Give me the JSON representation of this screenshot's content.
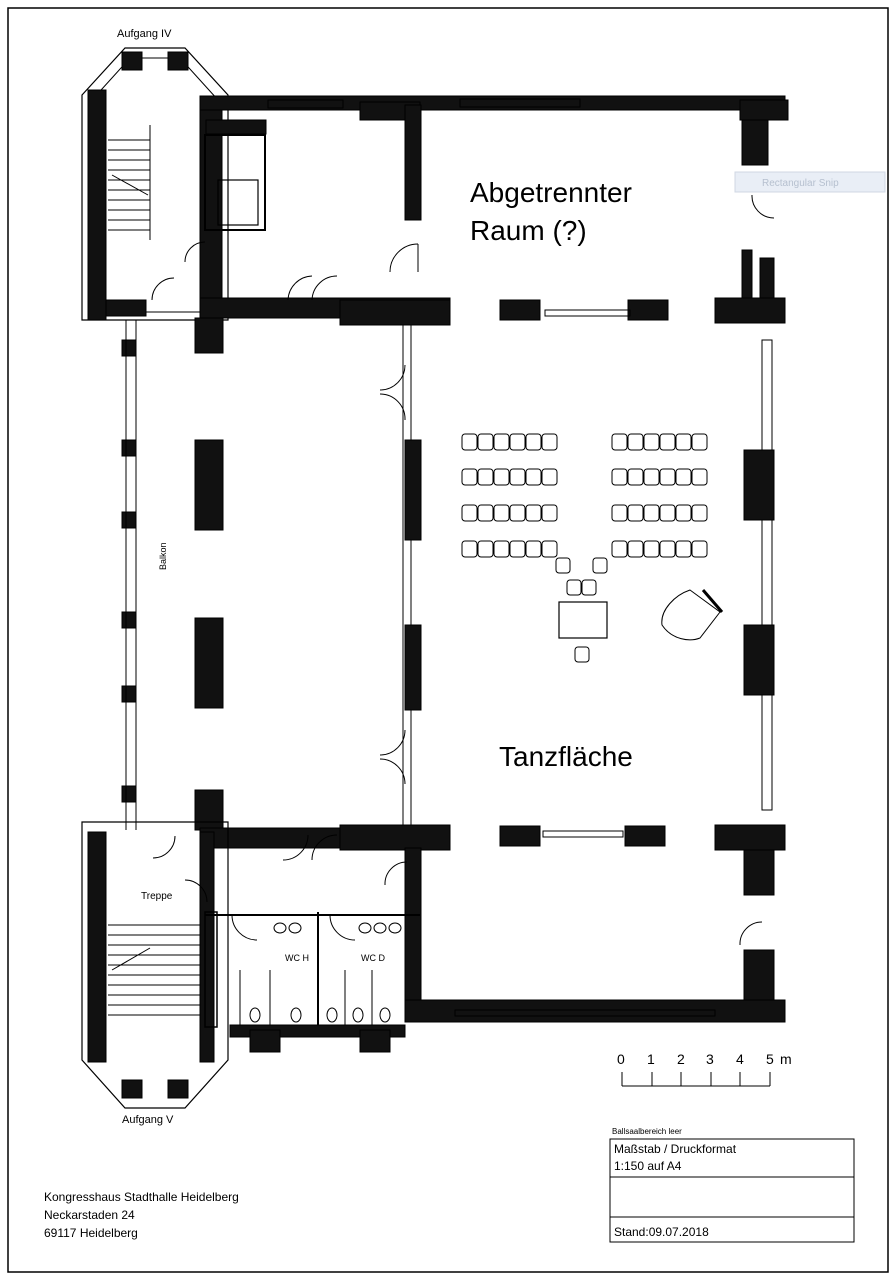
{
  "labels": {
    "aufgang_iv": "Aufgang IV",
    "aufgang_v": "Aufgang V",
    "separate_room": [
      "Abgetrennter",
      "Raum (?)"
    ],
    "dance_floor": "Tanzfläche",
    "balcony": "Balkon",
    "stairs": "Treppe",
    "wc_men": "WC H",
    "wc_women": "WC D",
    "snip_overlay": "Rectangular Snip"
  },
  "scale_bar": {
    "ticks": [
      "0",
      "1",
      "2",
      "3",
      "4",
      "5"
    ],
    "unit": "m"
  },
  "title_block": {
    "caption": "Ballsaalbereich leer",
    "scale_heading": "Maßstab / Druckformat",
    "scale_value": "1:150 auf A4",
    "date": "Stand:09.07.2018"
  },
  "address": {
    "line1": "Kongresshaus Stadthalle Heidelberg",
    "line2": "Neckarstaden 24",
    "line3": "69117 Heidelberg"
  }
}
